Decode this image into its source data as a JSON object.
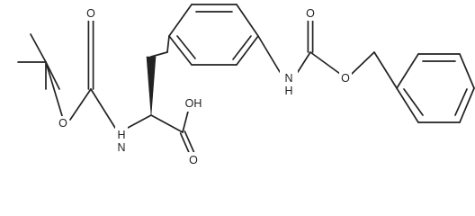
{
  "molecule": {
    "atom_labels": {
      "O_carbonyl_boc": "O",
      "O_ester_boc": "O",
      "NH_boc": "H N",
      "OH_acid": "OH",
      "O_carbonyl_acid": "O",
      "NH_cbz": "N H",
      "O_carbonyl_cbz": "O",
      "O_ester_cbz": "O"
    }
  }
}
